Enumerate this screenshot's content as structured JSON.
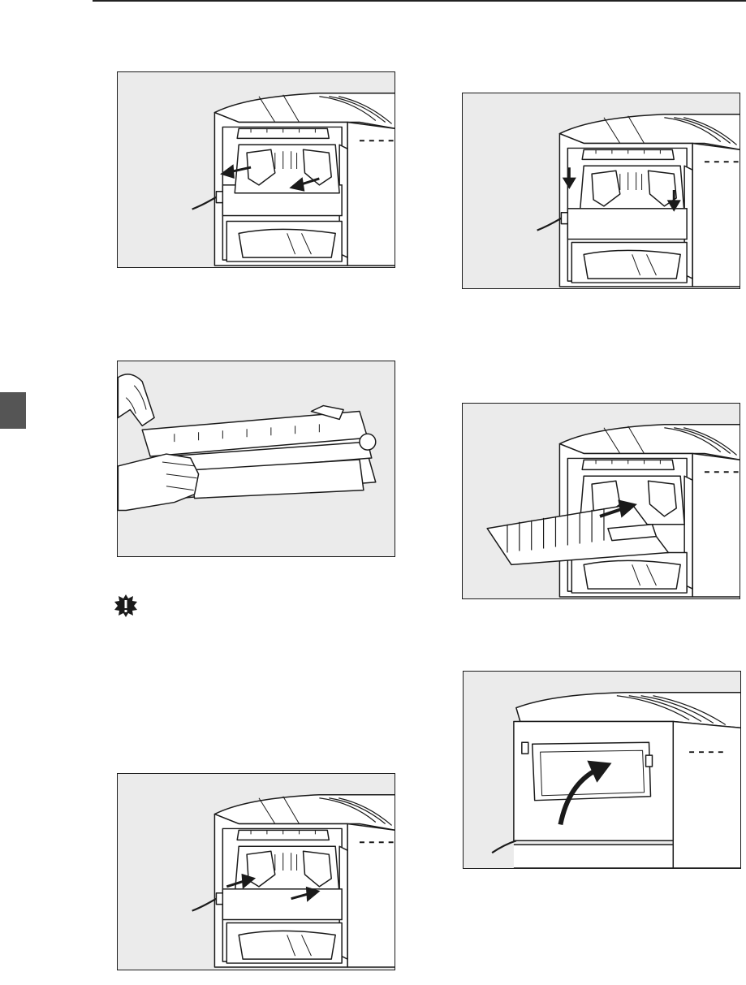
{
  "page": {
    "colors": {
      "figure_background": "#ebebeb",
      "line_art": "#1a1a1a",
      "chapter_tab": "#555555"
    }
  },
  "figures": [
    {
      "id": "pull-out-fusing-unit",
      "icon": "printer-rear-open-arrows-out"
    },
    {
      "id": "fusing-unit-held-by-hands",
      "icon": "fusing-unit-hands"
    },
    {
      "id": "push-in-fusing-unit",
      "icon": "printer-rear-open-arrows-in"
    },
    {
      "id": "lower-fusing-unit-levers",
      "icon": "printer-rear-open-arrows-down"
    },
    {
      "id": "attach-duplex-guide-plate",
      "icon": "guide-plate-arrow-in"
    },
    {
      "id": "close-rear-cover",
      "icon": "rear-cover-curved-arrow"
    }
  ],
  "important": {
    "icon": "important-starburst-icon"
  }
}
